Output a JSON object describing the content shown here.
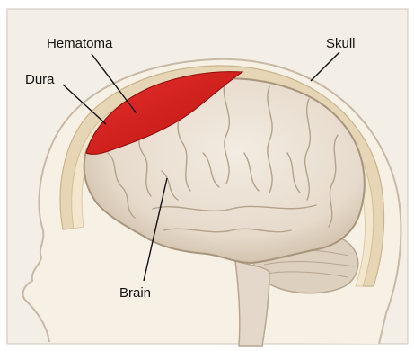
{
  "labels": {
    "hematoma": "Hematoma",
    "dura": "Dura",
    "skull": "Skull",
    "brain": "Brain"
  },
  "colors": {
    "background": "#f4efe6",
    "hematoma": "#d91c1c",
    "brain": "#e9dfd2",
    "skull": "#e6d6b5",
    "dura": "#f0e3c8"
  }
}
